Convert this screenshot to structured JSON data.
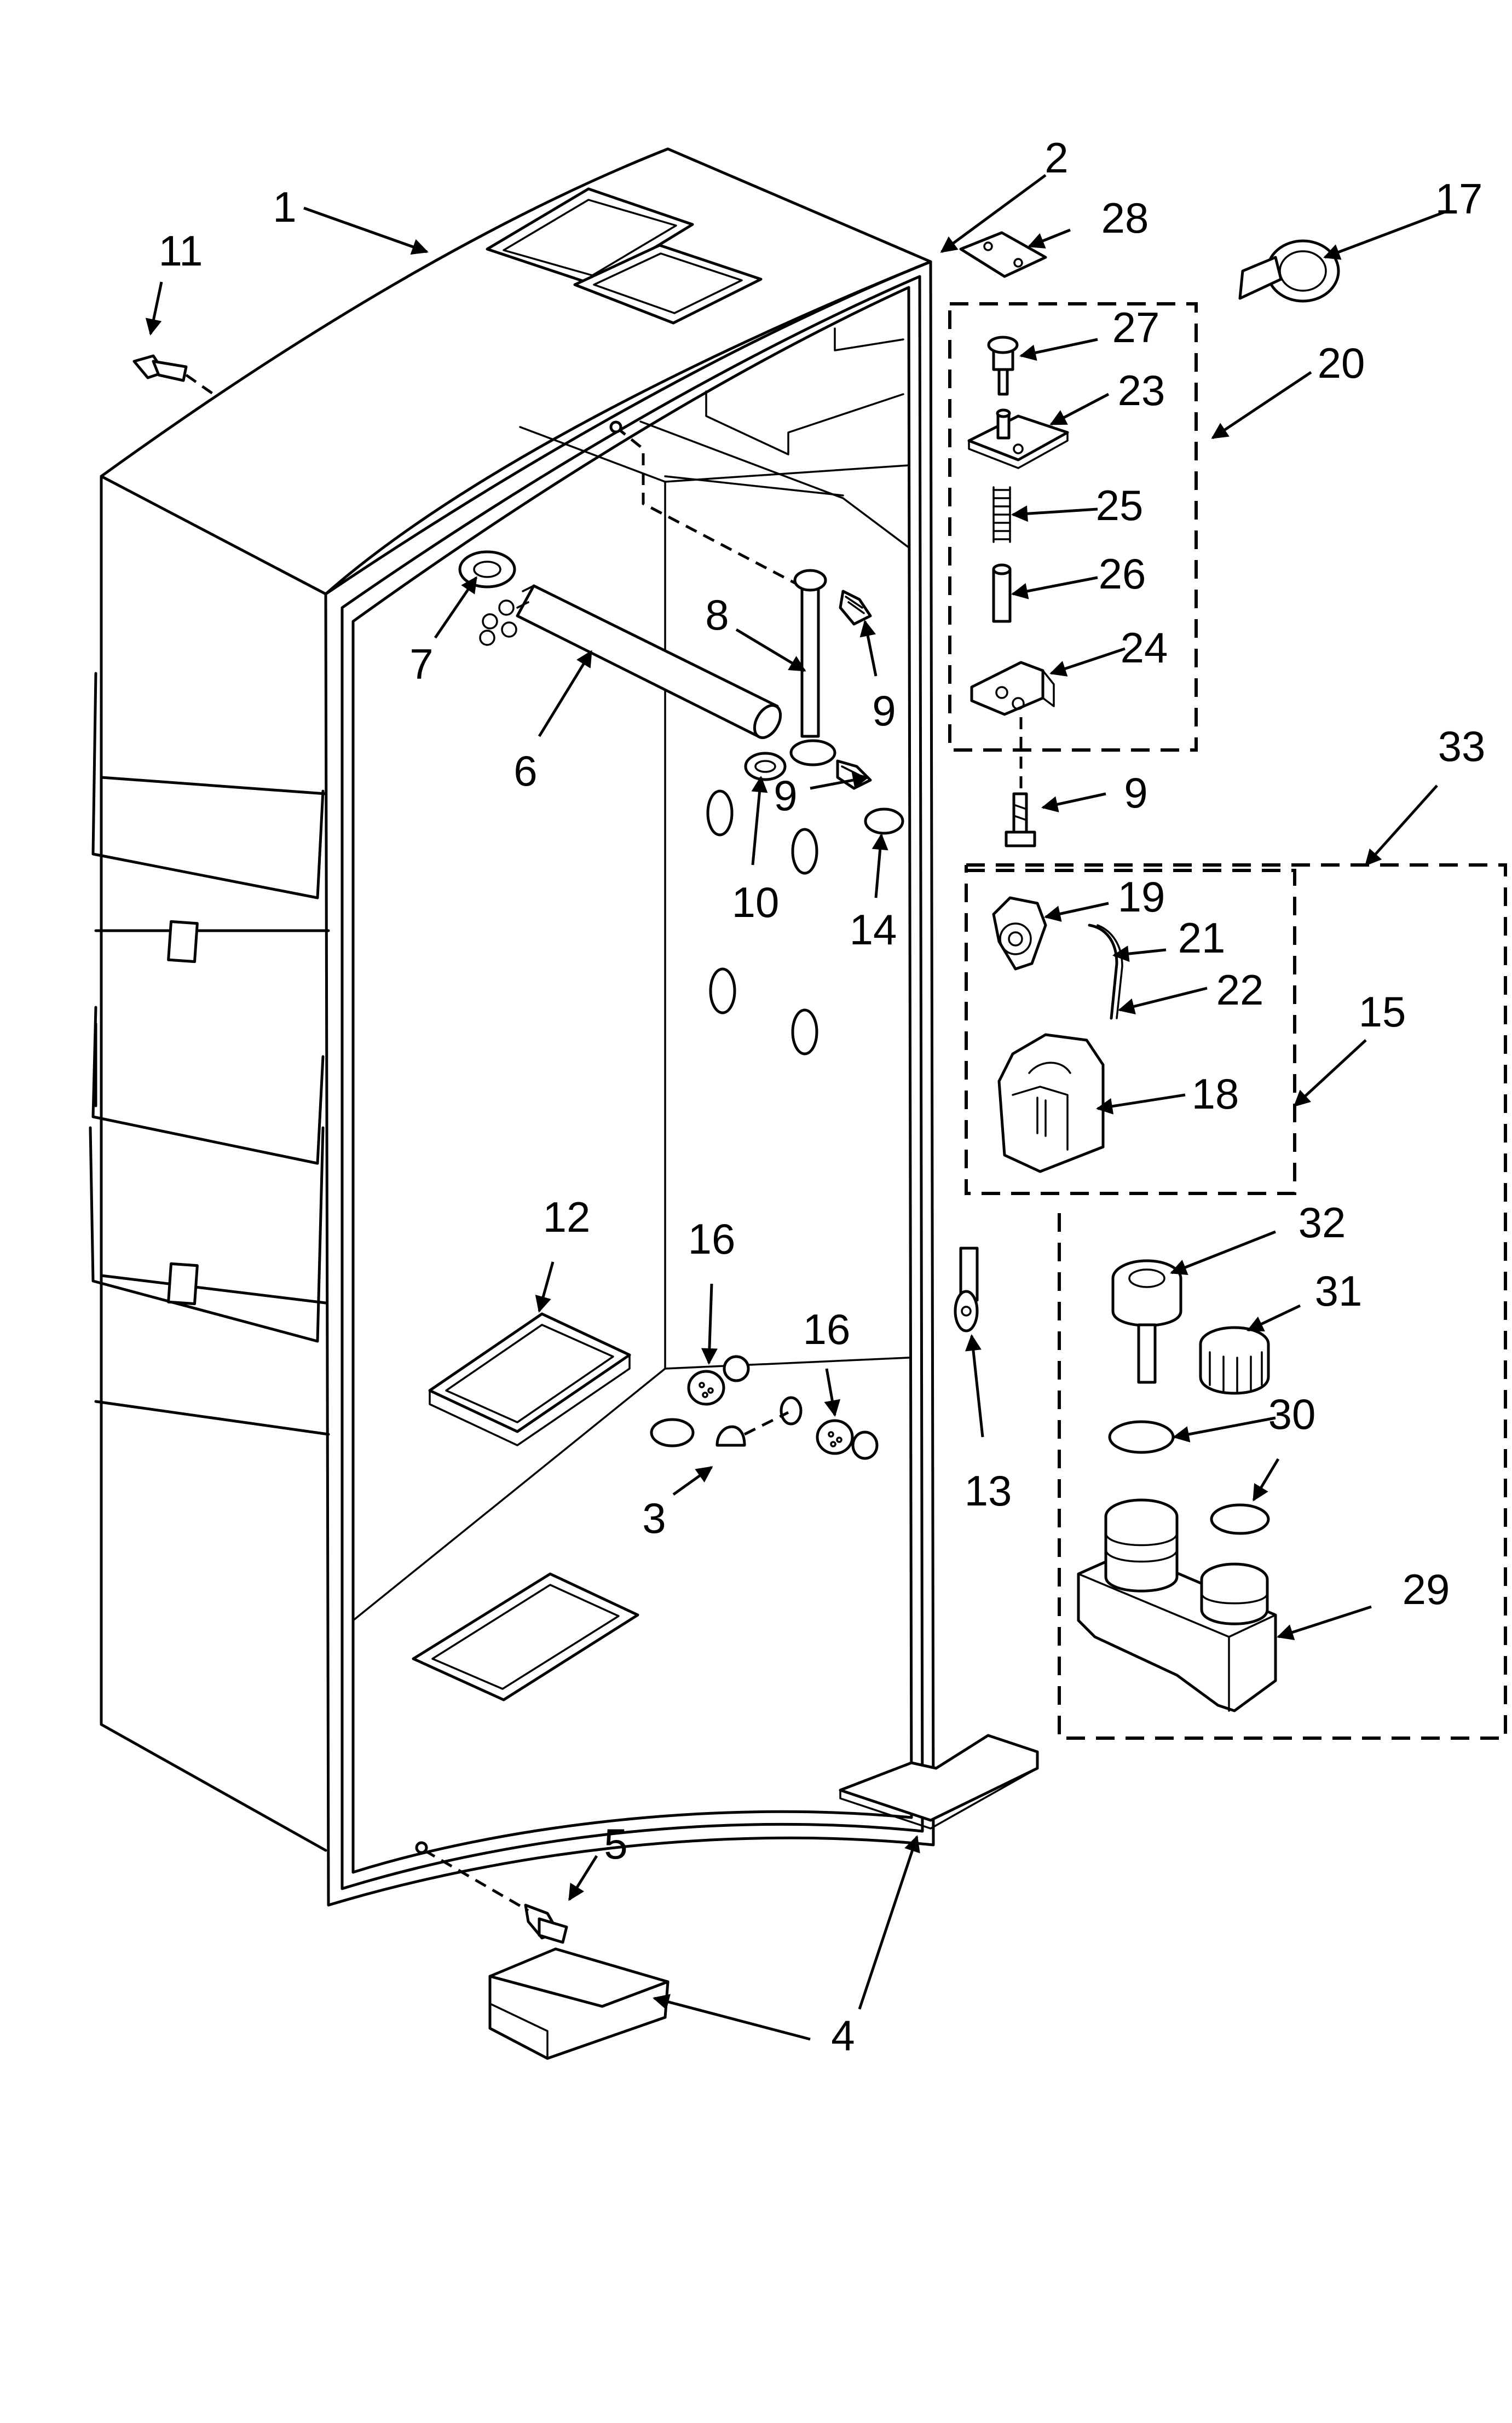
{
  "diagram": {
    "callouts": [
      {
        "id": "c1",
        "text": "1"
      },
      {
        "id": "c2",
        "text": "2"
      },
      {
        "id": "c3",
        "text": "3"
      },
      {
        "id": "c4",
        "text": "4"
      },
      {
        "id": "c5",
        "text": "5"
      },
      {
        "id": "c6",
        "text": "6"
      },
      {
        "id": "c7",
        "text": "7"
      },
      {
        "id": "c8",
        "text": "8"
      },
      {
        "id": "c9a",
        "text": "9"
      },
      {
        "id": "c9b",
        "text": "9"
      },
      {
        "id": "c9c",
        "text": "9"
      },
      {
        "id": "c10",
        "text": "10"
      },
      {
        "id": "c11",
        "text": "11"
      },
      {
        "id": "c12",
        "text": "12"
      },
      {
        "id": "c13",
        "text": "13"
      },
      {
        "id": "c14",
        "text": "14"
      },
      {
        "id": "c15",
        "text": "15"
      },
      {
        "id": "c16a",
        "text": "16"
      },
      {
        "id": "c16b",
        "text": "16"
      },
      {
        "id": "c17",
        "text": "17"
      },
      {
        "id": "c18",
        "text": "18"
      },
      {
        "id": "c19",
        "text": "19"
      },
      {
        "id": "c20",
        "text": "20"
      },
      {
        "id": "c21",
        "text": "21"
      },
      {
        "id": "c22",
        "text": "22"
      },
      {
        "id": "c23",
        "text": "23"
      },
      {
        "id": "c24",
        "text": "24"
      },
      {
        "id": "c25",
        "text": "25"
      },
      {
        "id": "c26",
        "text": "26"
      },
      {
        "id": "c27",
        "text": "27"
      },
      {
        "id": "c28",
        "text": "28"
      },
      {
        "id": "c29",
        "text": "29"
      },
      {
        "id": "c30",
        "text": "30"
      },
      {
        "id": "c31",
        "text": "31"
      },
      {
        "id": "c32",
        "text": "32"
      },
      {
        "id": "c33",
        "text": "33"
      }
    ]
  }
}
